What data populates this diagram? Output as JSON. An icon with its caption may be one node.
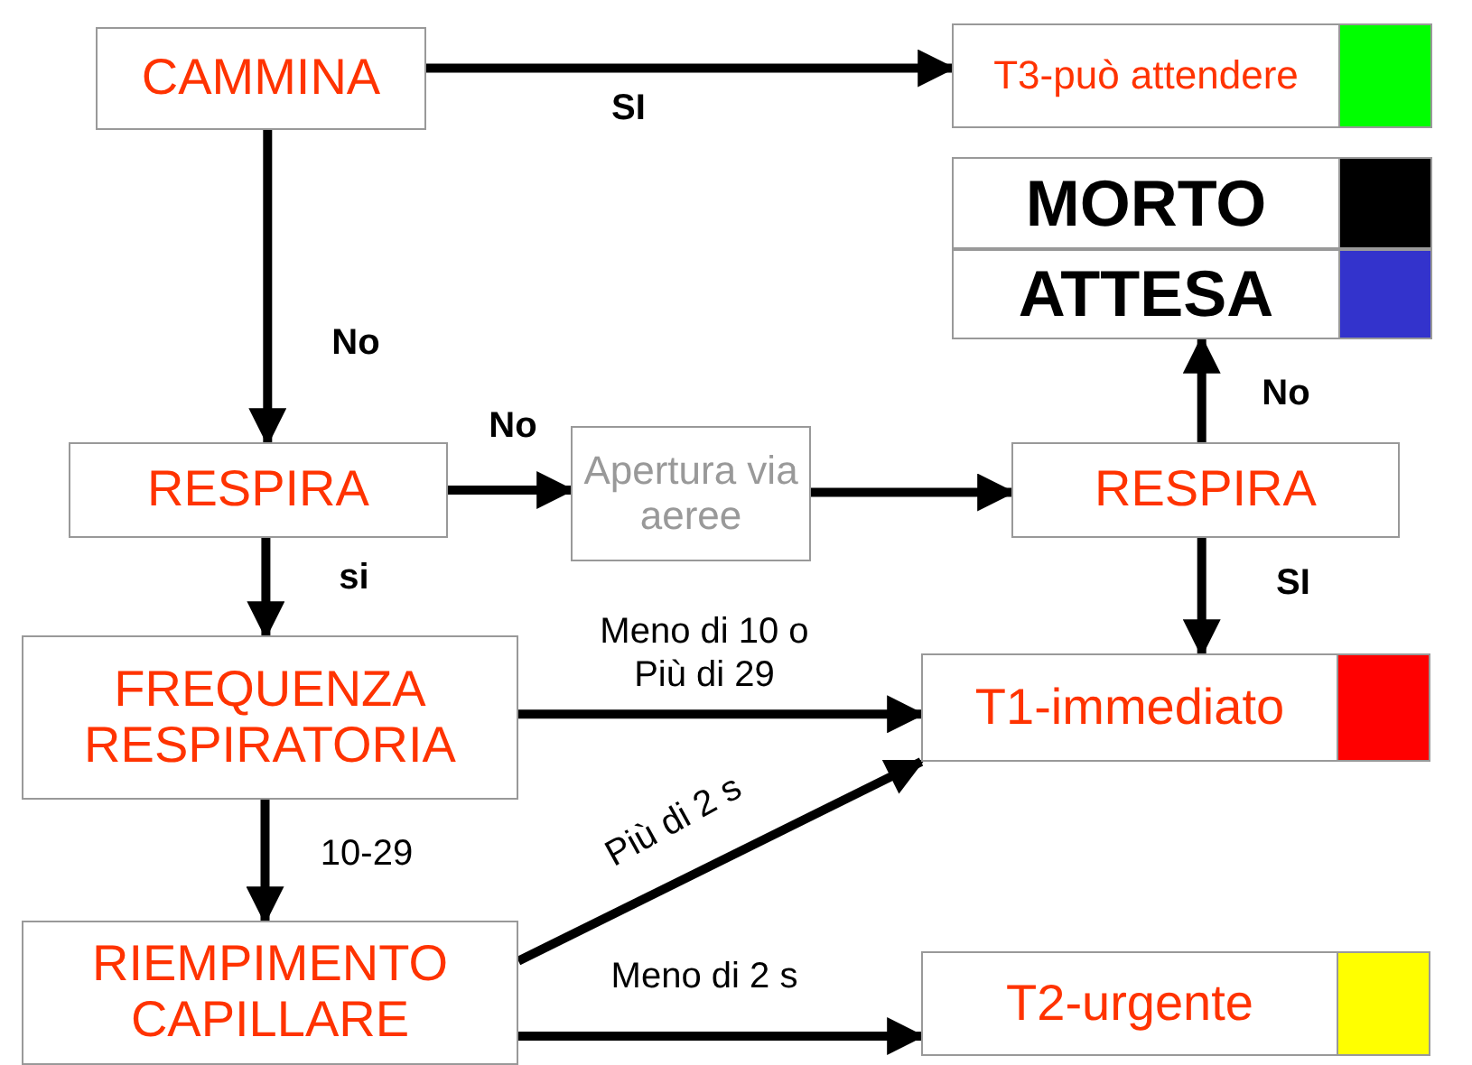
{
  "diagram": {
    "nodes": [
      {
        "text": [
          "CAMMINA"
        ]
      },
      {
        "text": [
          "T3-può attendere"
        ]
      },
      {
        "text": [
          "MORTO"
        ]
      },
      {
        "text": [
          "ATTESA"
        ]
      },
      {
        "text": [
          "RESPIRA"
        ]
      },
      {
        "text": [
          "Apertura via aeree"
        ]
      },
      {
        "text": [
          "RESPIRA"
        ]
      },
      {
        "text": [
          "FREQUENZA RESPIRATORIA"
        ]
      },
      {
        "text": [
          "T1-immediato"
        ]
      },
      {
        "text": [
          "RIEMPIMENTO CAPILLARE"
        ]
      },
      {
        "text": [
          "T2-urgente"
        ]
      }
    ],
    "edges": [
      {
        "from": 0,
        "to": 1,
        "arrow": "to",
        "label": "SI"
      },
      {
        "from": 0,
        "to": 4,
        "arrow": "to",
        "label": "No"
      },
      {
        "from": 4,
        "to": 5,
        "arrow": "to",
        "label": "No"
      },
      {
        "from": 5,
        "to": 6,
        "arrow": "to"
      },
      {
        "from": 6,
        "to": 3,
        "arrow": "to",
        "label": "No"
      },
      {
        "from": 6,
        "to": 8,
        "arrow": "to",
        "label": "SI"
      },
      {
        "from": 4,
        "to": 7,
        "arrow": "to",
        "label": "si"
      },
      {
        "from": 7,
        "to": 8,
        "arrow": "to",
        "label": "Meno di 10 o Più di 29"
      },
      {
        "from": 7,
        "to": 9,
        "arrow": "to",
        "label": "10-29"
      },
      {
        "from": 9,
        "to": 8,
        "arrow": "to",
        "label": "Più di 2 s"
      },
      {
        "from": 9,
        "to": 10,
        "arrow": "to",
        "label": "Meno di 2 s"
      }
    ]
  }
}
